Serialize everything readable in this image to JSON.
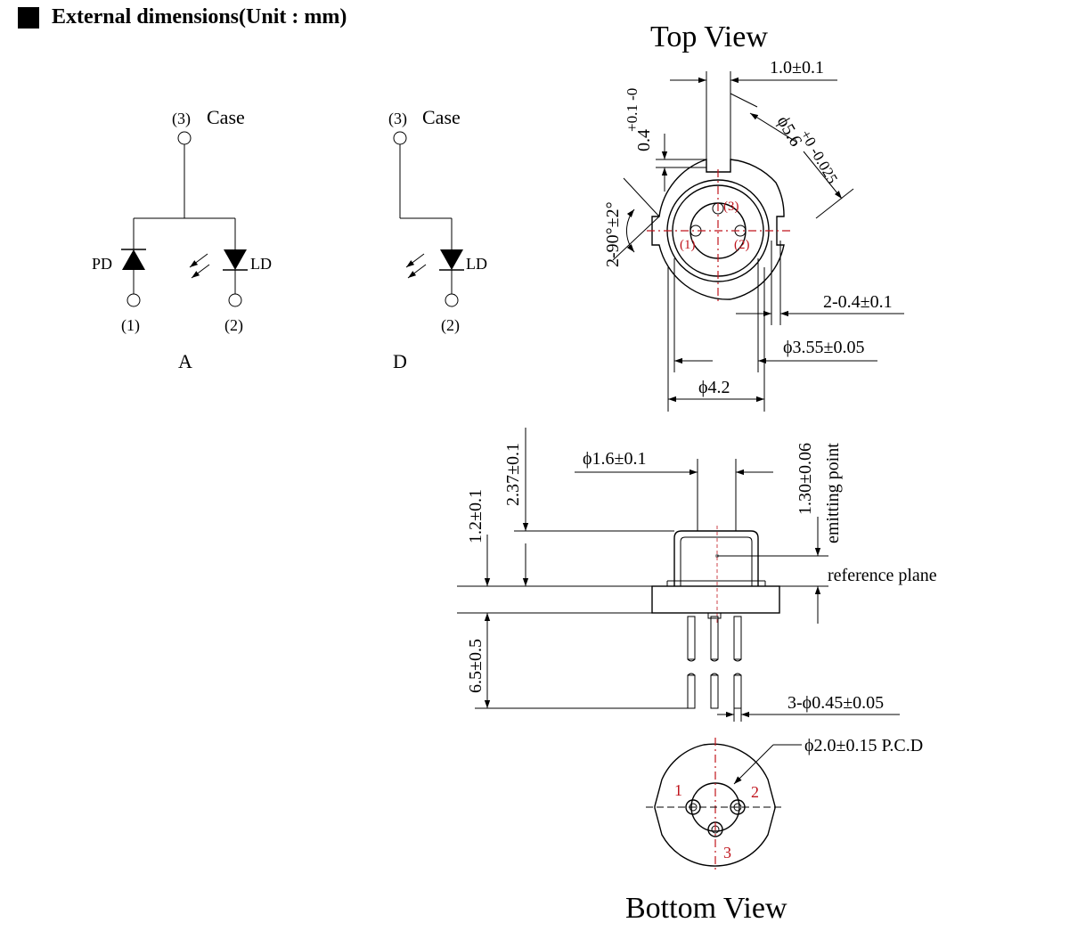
{
  "header": {
    "title": "External dimensions(Unit : mm)"
  },
  "circuit_a": {
    "case": "Case",
    "pin3": "(3)",
    "pd": "PD",
    "ld": "LD",
    "pin1": "(1)",
    "pin2": "(2)",
    "label": "A"
  },
  "circuit_d": {
    "case": "Case",
    "pin3": "(3)",
    "ld": "LD",
    "pin2": "(2)",
    "label": "D"
  },
  "top_view": {
    "title": "Top View",
    "dim_width": "1.0±0.1",
    "dim_notch_a": "0.4",
    "dim_notch_tol": "+0.1 -0",
    "dim_dia_a": "ϕ5.6",
    "dim_dia_tol": "+0 -0.025",
    "dim_angle": "2-90°±2°",
    "dim_pin": "2-0.4±0.1",
    "dim_355": "ϕ3.55±0.05",
    "dim_42": "ϕ4.2",
    "pin1": "(1)",
    "pin2": "(2)",
    "pin3": "(3)"
  },
  "side_view": {
    "dim_cap": "ϕ1.6±0.1",
    "dim_237": "2.37±0.1",
    "dim_12": "1.2±0.1",
    "dim_130": "1.30±0.06",
    "emit": "emitting point",
    "ref": "reference plane",
    "dim_65": "6.5±0.5",
    "dim_lead": "3-ϕ0.45±0.05"
  },
  "bottom_view": {
    "pcd": "ϕ2.0±0.15 P.C.D",
    "pin1": "1",
    "pin2": "2",
    "pin3": "3",
    "title": "Bottom View"
  }
}
